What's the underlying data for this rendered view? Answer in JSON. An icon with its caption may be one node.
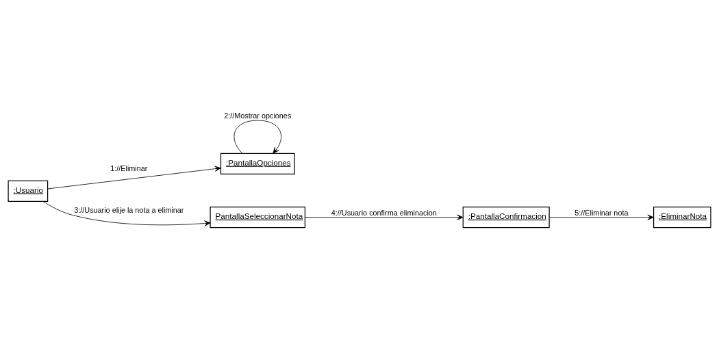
{
  "diagram": {
    "nodes": [
      {
        "text": [
          ":Usuario"
        ]
      },
      {
        "text": [
          ":PantallaOpciones"
        ]
      },
      {
        "text": [
          ":EliminarNota"
        ]
      },
      {
        "text": [
          "PantallaSeleccionarNota"
        ]
      },
      {
        "text": [
          ":PantallaConfirmacion"
        ]
      }
    ],
    "edges": [
      {
        "from": 0,
        "to": 1,
        "arrow": "to",
        "label": "1://Eliminar"
      },
      {
        "from": 1,
        "to": 1,
        "arrow": "to",
        "label": "2://Mostrar opciones"
      },
      {
        "from": 0,
        "to": 3,
        "arrow": "to",
        "label": "3://Usuario elije la nota a eliminar"
      },
      {
        "from": 3,
        "to": 4,
        "arrow": "to",
        "label": "4://Usuario confirma eliminacion"
      },
      {
        "from": 4,
        "to": 2,
        "arrow": "to",
        "label": "5://Eliminar nota"
      }
    ]
  }
}
